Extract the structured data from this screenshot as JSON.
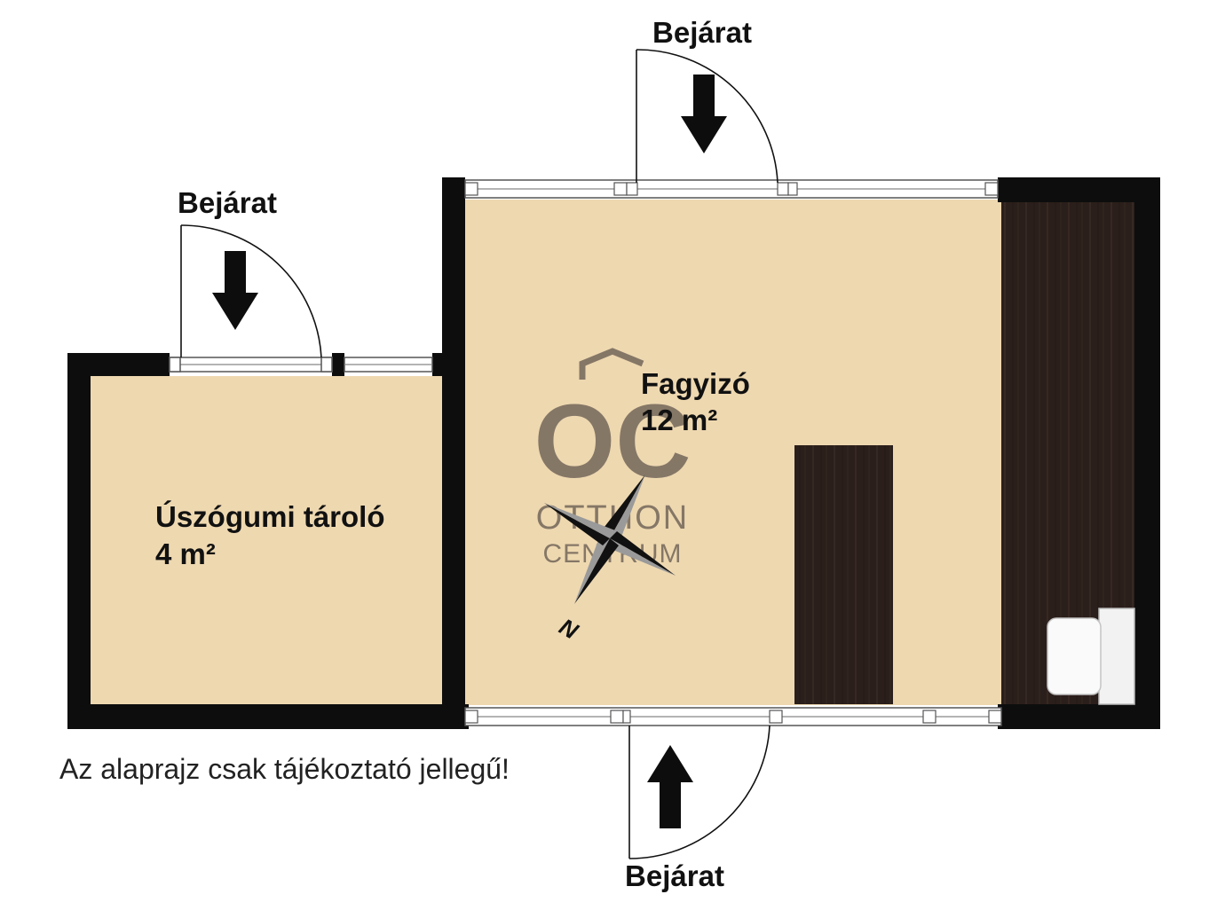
{
  "plan": {
    "entrances": [
      {
        "label": "Bejárat"
      },
      {
        "label": "Bejárat"
      },
      {
        "label": "Bejárat"
      }
    ],
    "rooms": [
      {
        "name": "Úszógumi tároló",
        "area": "4 m²"
      },
      {
        "name": "Fagyizó",
        "area": "12 m²"
      }
    ],
    "compass_label": "N",
    "note": "Az alaprajz csak tájékoztató jellegű!",
    "watermark": {
      "monogram": "OC",
      "line1": "OTTHON",
      "line2": "CENTRUM"
    },
    "colors": {
      "floor": "#eed8b0",
      "wall": "#0d0d0d",
      "furniture": "#2b1f1b",
      "watermark": "#7a6d5f"
    }
  }
}
